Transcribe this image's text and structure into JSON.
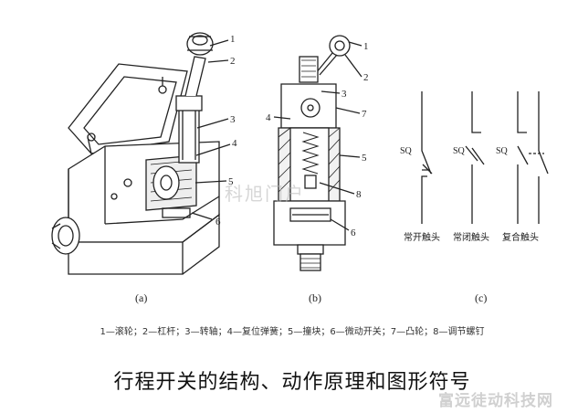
{
  "figure": {
    "sub_labels": {
      "a": "(a)",
      "b": "(b)",
      "c": "(c)"
    },
    "callouts_a": [
      "1",
      "2",
      "3",
      "4",
      "5",
      "6"
    ],
    "callouts_b": [
      "1",
      "2",
      "3",
      "4",
      "7",
      "5",
      "8",
      "6"
    ],
    "symbols": {
      "sq": "SQ",
      "no_label": "常开触头",
      "nc_label": "常闭触头",
      "combo_label": "复合触头"
    }
  },
  "legend": "1—滚轮；2—杠杆；3—转轴；4—复位弹簧；5—撞块；6—微动开关；7—凸轮；8—调节螺钉",
  "caption": "行程开关的结构、动作原理和图形符号",
  "watermarks": {
    "center": "科旭门户",
    "corner": "富远徒动科技网"
  }
}
